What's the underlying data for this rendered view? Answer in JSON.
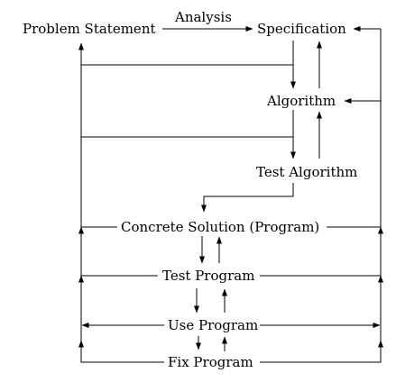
{
  "nodes": {
    "problem_statement": "Problem Statement",
    "specification": "Specification",
    "algorithm": "Algorithm",
    "test_algorithm": "Test Algorithm",
    "concrete_solution": "Concrete Solution (Program)",
    "test_program": "Test Program",
    "use_program": "Use Program",
    "fix_program": "Fix Program"
  },
  "edge_labels": {
    "analysis": "Analysis"
  }
}
